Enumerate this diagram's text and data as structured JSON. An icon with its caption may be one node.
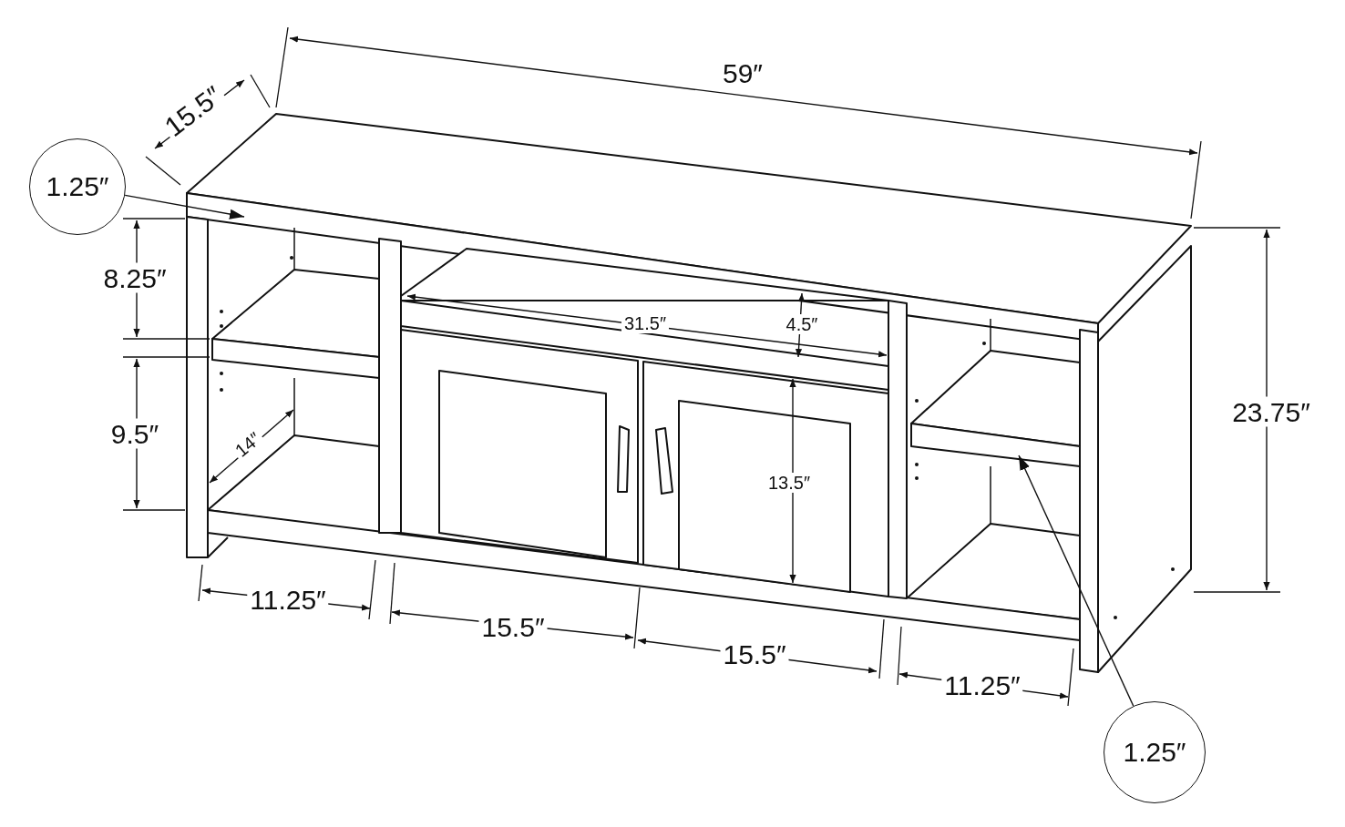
{
  "diagram": {
    "nodes": [
      {
        "text": [
          "1.25″"
        ]
      },
      {
        "text": [
          "1.25″"
        ]
      }
    ],
    "edges": [
      {
        "from": 0,
        "to": null,
        "arrow": "to"
      },
      {
        "from": 1,
        "to": null,
        "arrow": "to"
      }
    ],
    "labels": [
      "15.5″",
      "59″",
      "8.25″",
      "31.5″",
      "4.5″",
      "23.75″",
      "9.5″",
      "14″",
      "13.5″",
      "11.25″",
      "15.5″",
      "15.5″",
      "11.25″"
    ]
  }
}
